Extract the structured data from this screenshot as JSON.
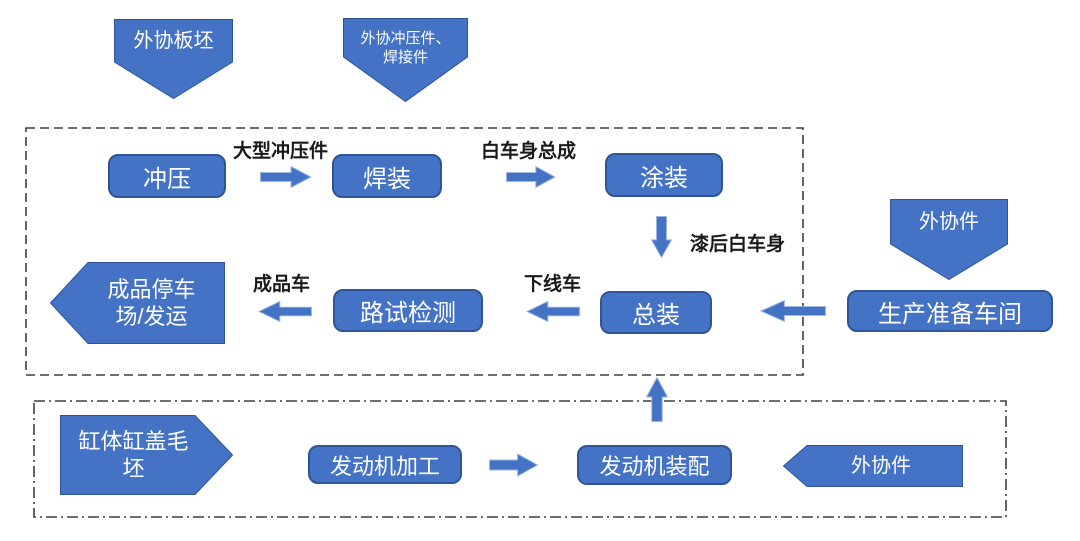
{
  "colors": {
    "shape_blue": "#4472C4",
    "shape_border": "#2F5597",
    "boundary_stroke": "#3F3F3F",
    "shape_text": "#FFFFFF",
    "label_text": "#1A1A1A"
  },
  "inputs": {
    "slab": "外协板坯",
    "stamping_welding_parts": "外协冲压件、焊接件",
    "outsourced_parts_main": "外协件",
    "cylinder_blank": "缸体缸盖毛坯",
    "outsourced_parts_engine": "外协件"
  },
  "processes": {
    "stamping": "冲压",
    "welding": "焊装",
    "painting": "涂装",
    "final_assembly": "总装",
    "road_test": "路试检测",
    "finished_parking_shipping": "成品停车场/发运",
    "production_prep_workshop": "生产准备车间",
    "engine_machining": "发动机加工",
    "engine_assembly": "发动机装配"
  },
  "flow_labels": {
    "large_stamping_parts": "大型冲压件",
    "body_in_white_assembly": "白车身总成",
    "painted_body_in_white": "漆后白车身",
    "offline_vehicle": "下线车",
    "finished_vehicle": "成品车"
  }
}
